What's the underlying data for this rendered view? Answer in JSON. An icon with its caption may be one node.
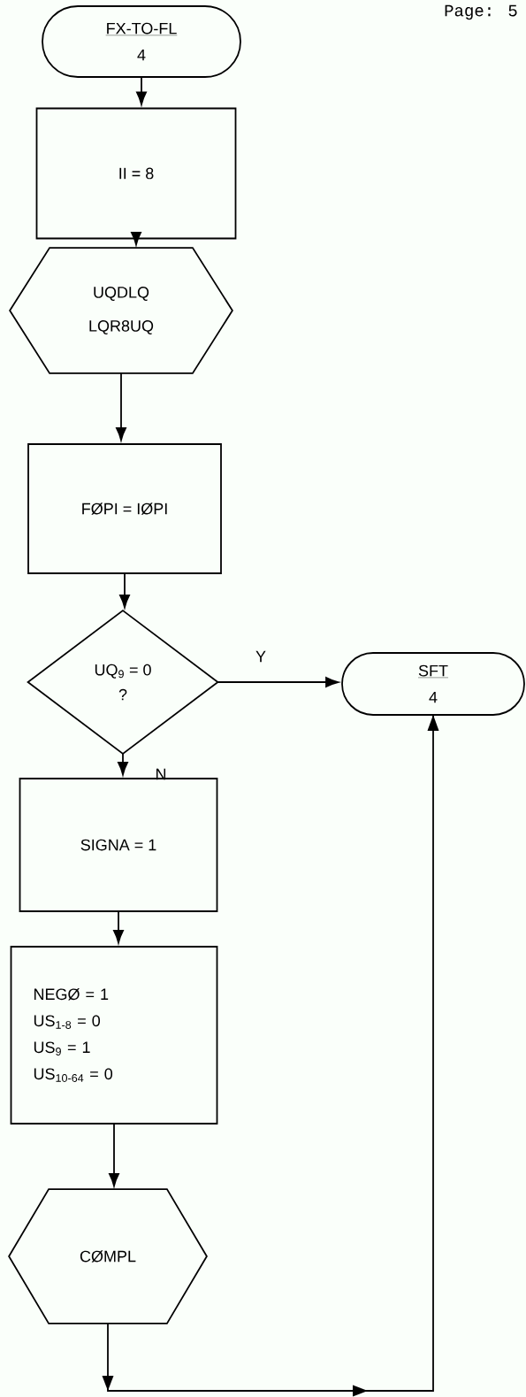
{
  "diagram": {
    "nodes": [
      {
        "text": [
          "FX-TO-FL",
          "4"
        ]
      },
      {
        "text": [
          "II = 8"
        ]
      },
      {
        "text": [
          "UQDLQ",
          "LQR8UQ"
        ]
      },
      {
        "text": [
          "FØPI = IØPI"
        ]
      },
      {
        "text": [
          "UQ$_{9}$ = 0",
          "?"
        ]
      },
      {
        "text": [
          "SFT",
          "4"
        ]
      },
      {
        "text": [
          "SIGNA = 1"
        ]
      },
      {
        "text": [
          "NEGØ = 1",
          "US$_{1-8}$ = 0",
          "US$_{9}$ = 1",
          "US$_{10-64}$ = 0"
        ]
      },
      {
        "text": [
          "CØMPL"
        ]
      }
    ],
    "edges": [
      {
        "from": 0,
        "to": 1,
        "arrow": "to"
      },
      {
        "from": 1,
        "to": 2,
        "arrow": "to"
      },
      {
        "from": 2,
        "to": 3,
        "arrow": "to"
      },
      {
        "from": 3,
        "to": 4,
        "arrow": "to"
      },
      {
        "from": 4,
        "to": 5,
        "arrow": "to",
        "label": "Y"
      },
      {
        "from": 4,
        "to": 6,
        "arrow": "to",
        "label": "N"
      },
      {
        "from": 6,
        "to": 7,
        "arrow": "to"
      },
      {
        "from": 7,
        "to": 8,
        "arrow": "to"
      },
      {
        "from": 8,
        "to": 5,
        "arrow": "to"
      }
    ],
    "labels": [
      "Page:  5"
    ]
  }
}
